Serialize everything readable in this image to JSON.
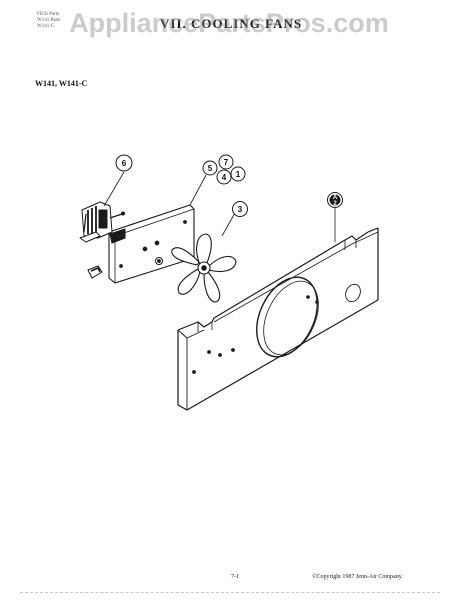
{
  "watermark": "AppliancePartsPros.com",
  "header": {
    "left_lines": [
      "FIGS Parts",
      "W141 Parts",
      "W141-C"
    ],
    "title": "VII. COOLING FANS"
  },
  "model_label": "W141, W141-C",
  "callouts": {
    "motor": "6",
    "bracket_a": "5",
    "bracket_b": "7",
    "bracket_c": "4",
    "bracket_d": "1",
    "fan_blade": "3",
    "panel_top": "A",
    "panel_bottom": "2"
  },
  "footer": {
    "page_number": "7-1",
    "copyright": "©Copyright 1987 Jenn-Air Company."
  }
}
